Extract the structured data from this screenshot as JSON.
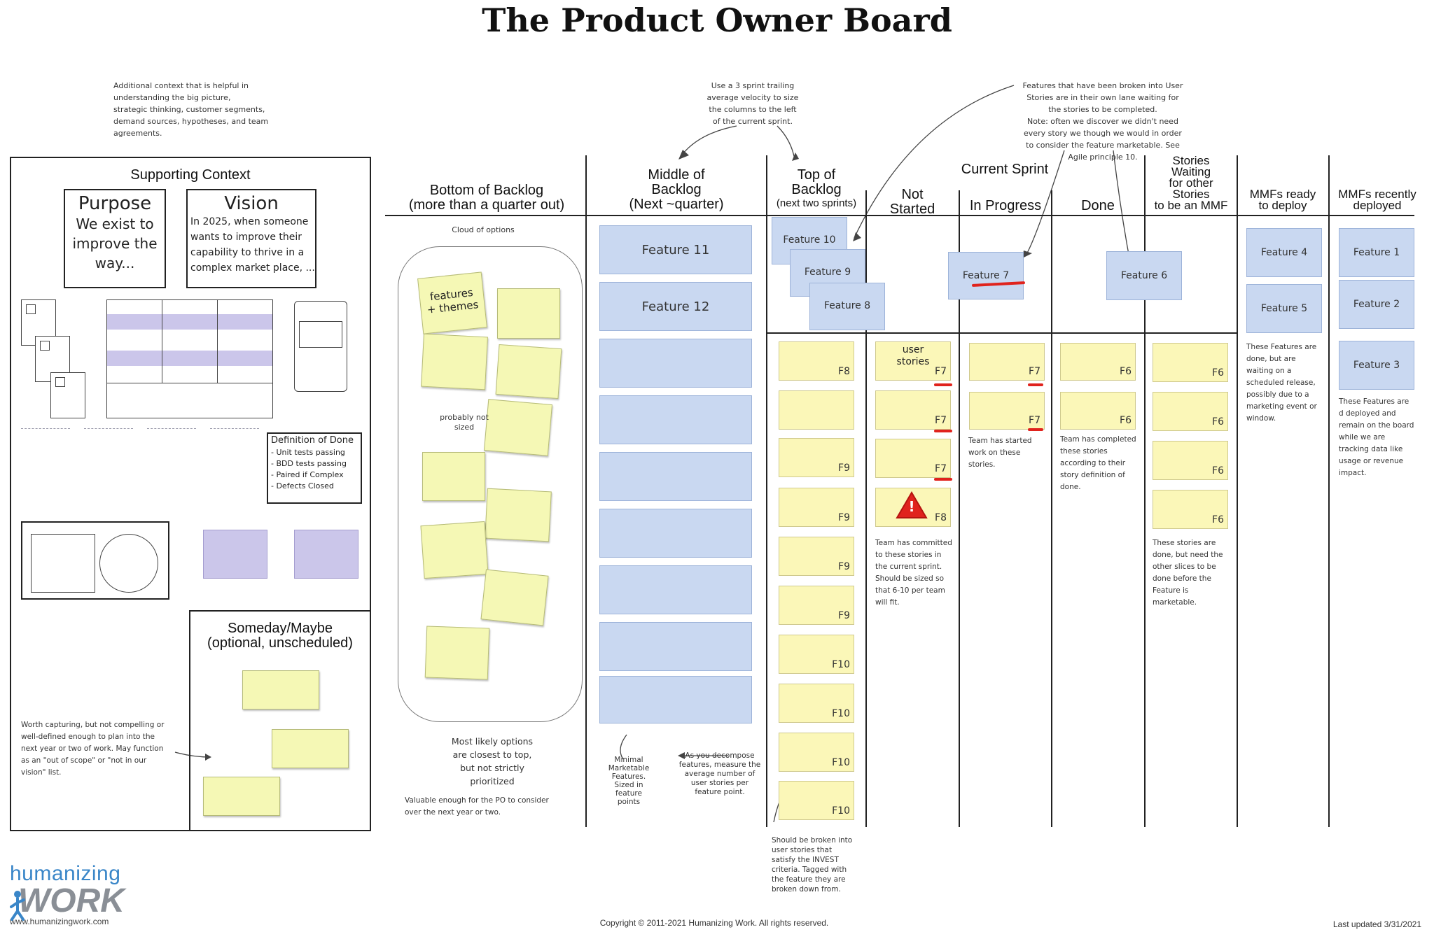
{
  "title": "The Product Owner Board",
  "notes": {
    "context_help": [
      "Additional context that is helpful in",
      "understanding the big picture,",
      "strategic thinking, customer segments,",
      "demand sources, hypotheses, and team",
      "agreements."
    ],
    "velocity": [
      "Use a 3 sprint trailing",
      "average velocity to size",
      "the columns to the left",
      "of the current sprint."
    ],
    "features_broken": [
      "Features that have been broken into User",
      "Stories are in their own lane waiting for",
      "the stories to be completed.",
      "Note: often we discover we didn't need",
      "every story we though we would in order",
      "to consider the feature marketable. See",
      "Agile principle 10."
    ],
    "cloud": "Cloud of options",
    "probably": [
      "probably not",
      "sized"
    ],
    "most_likely": [
      "Most likely options",
      "are closest to top,",
      "but not strictly",
      "prioritized"
    ],
    "valuable": [
      "Valuable enough for the PO to consider",
      "over the next year or two."
    ],
    "mmf": [
      "Minimal",
      "Marketable",
      "Features.",
      "Sized in",
      "feature",
      "points"
    ],
    "decompose": [
      "As you decompose",
      "features, measure the",
      "average number of",
      "user stories per",
      "feature point."
    ],
    "broken_into": [
      "Should be broken into",
      "user stories that",
      "satisfy the INVEST",
      "criteria. Tagged with",
      "the feature they are",
      "broken down from."
    ],
    "committed": [
      "Team has committed",
      "to these stories in",
      "the current sprint.",
      "Should be sized so",
      "that 6-10 per team",
      "will fit."
    ],
    "started": [
      "Team has started",
      "work on these",
      "stories."
    ],
    "completed": [
      "Team has completed",
      "these stories",
      "according to their",
      "story definition of",
      "done."
    ],
    "waiting": [
      "These stories are",
      "done, but need the",
      "other slices to be",
      "done before the",
      "Feature is",
      "marketable."
    ],
    "ready": [
      "These Features are",
      "done, but are",
      "waiting on a",
      "scheduled release,",
      "possibly due to a",
      "marketing event or",
      "window."
    ],
    "deployed": [
      "These Features are",
      "d deployed and",
      "remain on the board",
      "while we are",
      "tracking data like",
      "usage or revenue",
      "impact."
    ],
    "worth": [
      "Worth capturing, but not compelling or",
      "well-defined enough to plan into the",
      "next year or two of work. May function",
      "as an \"out of scope\" or \"not in our",
      "vision\" list."
    ]
  },
  "columns": {
    "bottom": [
      "Bottom of Backlog",
      "(more than a quarter out)"
    ],
    "middle": [
      "Middle of",
      "Backlog",
      "(Next ~quarter)"
    ],
    "top": [
      "Top of",
      "Backlog",
      "(next two sprints)"
    ],
    "current_sprint": "Current Sprint",
    "not_started": [
      "Not",
      "Started"
    ],
    "in_progress": "In Progress",
    "done": "Done",
    "stories_waiting": [
      "Stories",
      "Waiting",
      "for other",
      "Stories",
      "to be an MMF"
    ],
    "mmfs_ready": [
      "MMFs ready",
      "to deploy"
    ],
    "mmfs_deployed": [
      "MMFs recently",
      "deployed"
    ]
  },
  "context": {
    "heading": "Supporting Context",
    "purpose_title": "Purpose",
    "purpose_text": [
      "We exist to",
      "improve the",
      "way..."
    ],
    "vision_title": "Vision",
    "vision_text": [
      "In 2025, when someone",
      "wants to improve their",
      "capability to thrive in a",
      "complex market place, ..."
    ],
    "dod_title": "Definition of Done",
    "dod_items": [
      "- Unit tests passing",
      "- BDD tests passing",
      "- Paired if Complex",
      "- Defects Closed"
    ],
    "someday_title": [
      "Someday/Maybe",
      "(optional, unscheduled)"
    ]
  },
  "cloud_sticky_text": [
    "features",
    "+ themes"
  ],
  "middle_features": [
    "Feature 11",
    "Feature 12"
  ],
  "top_features": [
    "Feature 10",
    "Feature 9",
    "Feature 8"
  ],
  "top_stories": [
    "F8",
    "",
    "F9",
    "F9",
    "F9",
    "F9",
    "F10",
    "F10",
    "F10",
    "F10"
  ],
  "not_started_stories": [
    {
      "text": [
        "user",
        "stories"
      ],
      "tag": "F7"
    },
    {
      "text": [],
      "tag": "F7"
    },
    {
      "text": [],
      "tag": "F7"
    },
    {
      "text": [],
      "tag": "F8",
      "warning": "!"
    }
  ],
  "in_progress_feature": "Feature 7",
  "in_progress_stories": [
    "F7",
    "F7"
  ],
  "done_stories": [
    "F6",
    "F6"
  ],
  "waiting_feature": "Feature 6",
  "waiting_stories": [
    "F6",
    "F6",
    "F6",
    "F6"
  ],
  "ready_features": [
    "Feature 4",
    "Feature 5"
  ],
  "deployed_features": [
    "Feature 1",
    "Feature 2",
    "Feature 3"
  ],
  "footer": {
    "logo_top": "humanizing",
    "logo_bottom": "WORK",
    "logo_url": "www.humanizingwork.com",
    "copyright": "Copyright © 2011-2021 Humanizing Work. All rights reserved.",
    "updated": "Last updated 3/31/2021"
  },
  "colors": {
    "blue": "#c9d8f1",
    "yellow": "#f5f8b5",
    "purple": "#cbc6ea",
    "red": "#e0231d",
    "logo_blue": "#3a86c8",
    "logo_gray": "#8a8f96"
  }
}
